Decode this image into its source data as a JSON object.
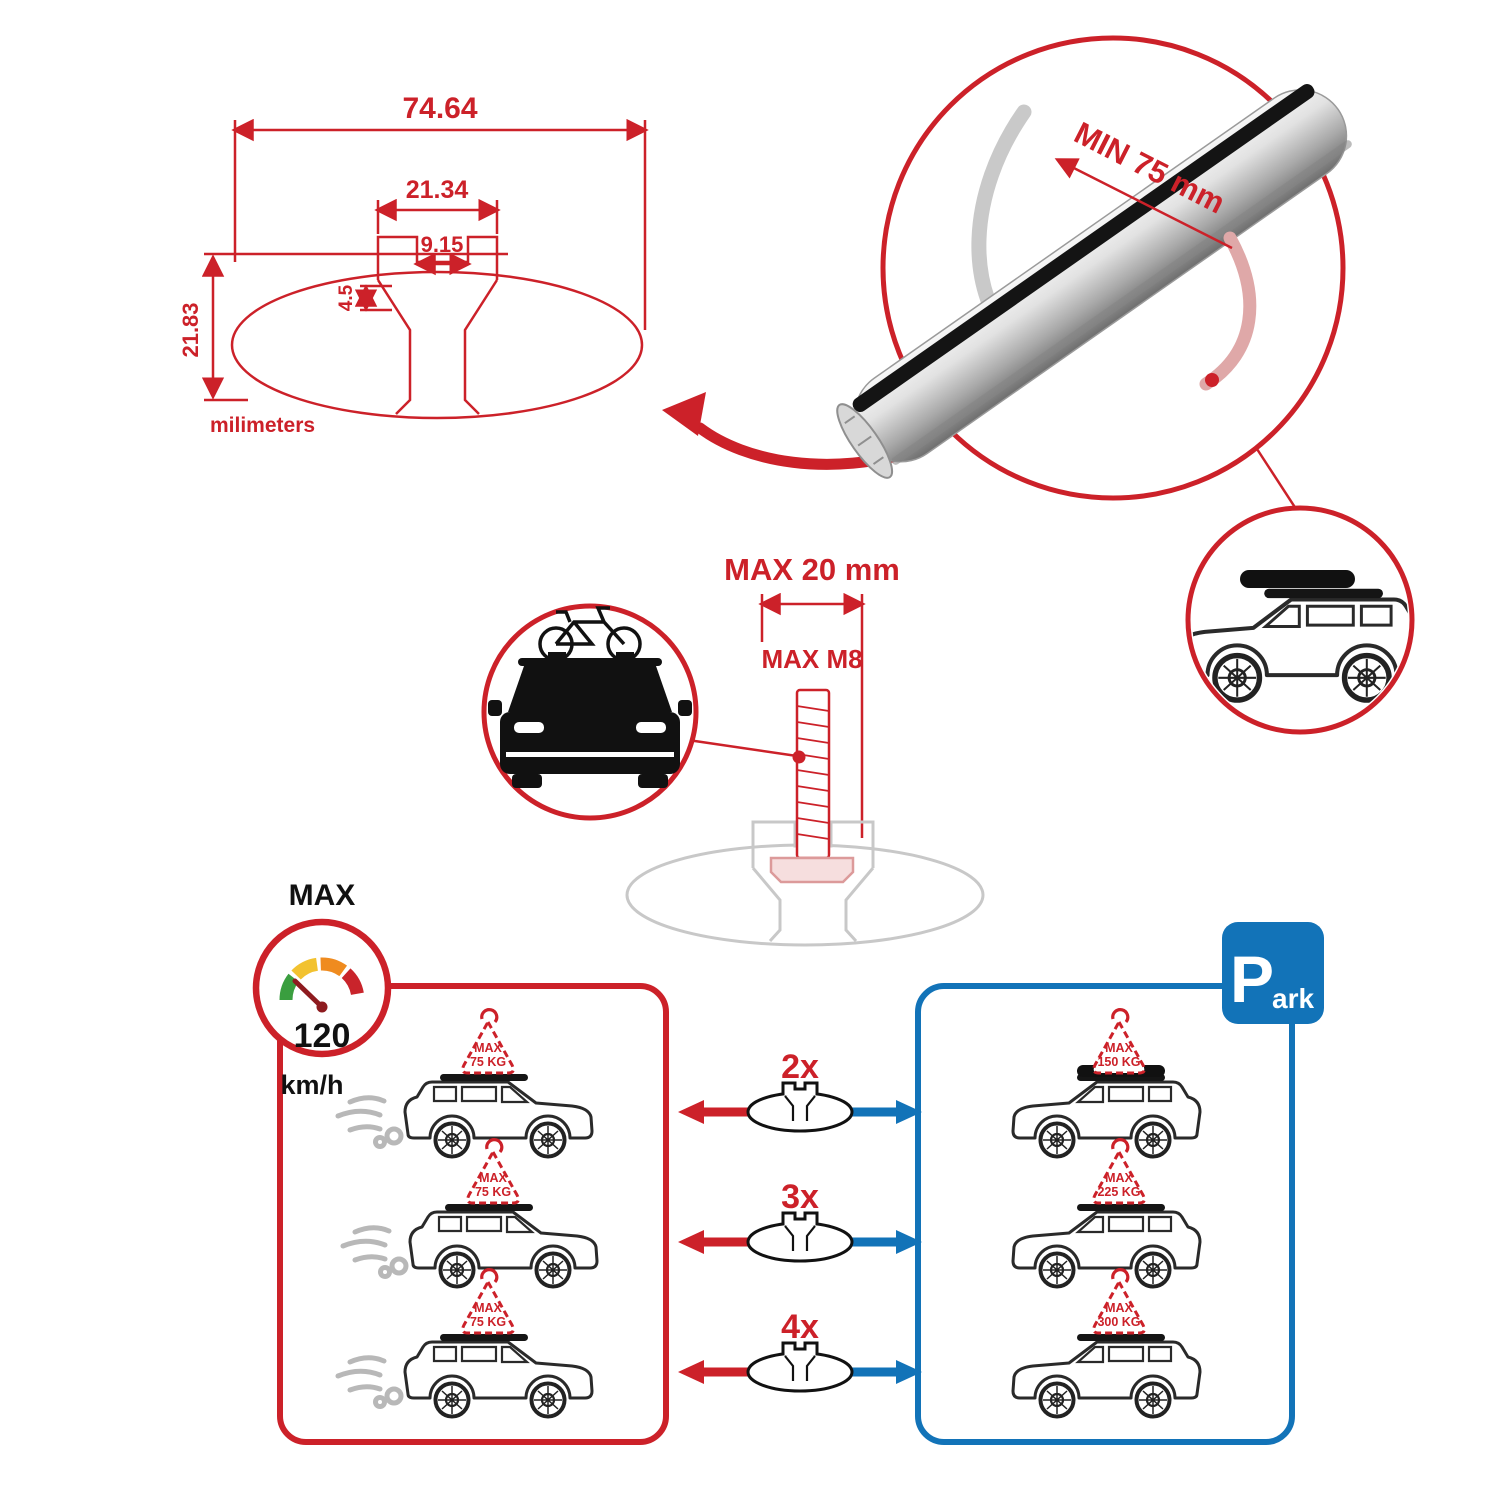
{
  "colors": {
    "red": "#cc2129",
    "blue": "#1273b8",
    "black": "#111111",
    "ghost_gray": "#c8c8c8"
  },
  "profile": {
    "dim_total": "74.64",
    "dim_outer": "21.34",
    "dim_opening": "9.15",
    "dim_lip": "4.5",
    "dim_height": "21.83",
    "unit": "milimeters"
  },
  "bar": {
    "min_label": "MIN 75 mm"
  },
  "bolt": {
    "width_label": "MAX 20 mm",
    "thread_label": "MAX M8"
  },
  "speed": {
    "max": "MAX",
    "value": "120",
    "unit": "km/h"
  },
  "park": {
    "p": "P",
    "ark": "ark"
  },
  "counts": [
    "2x",
    "3x",
    "4x"
  ],
  "loads_driving": [
    {
      "line1": "MAX",
      "line2": "75 KG"
    },
    {
      "line1": "MAX",
      "line2": "75 KG"
    },
    {
      "line1": "MAX",
      "line2": "75 KG"
    }
  ],
  "loads_parked": [
    {
      "line1": "MAX",
      "line2": "150 KG"
    },
    {
      "line1": "MAX",
      "line2": "225 KG"
    },
    {
      "line1": "MAX",
      "line2": "300 KG"
    }
  ]
}
